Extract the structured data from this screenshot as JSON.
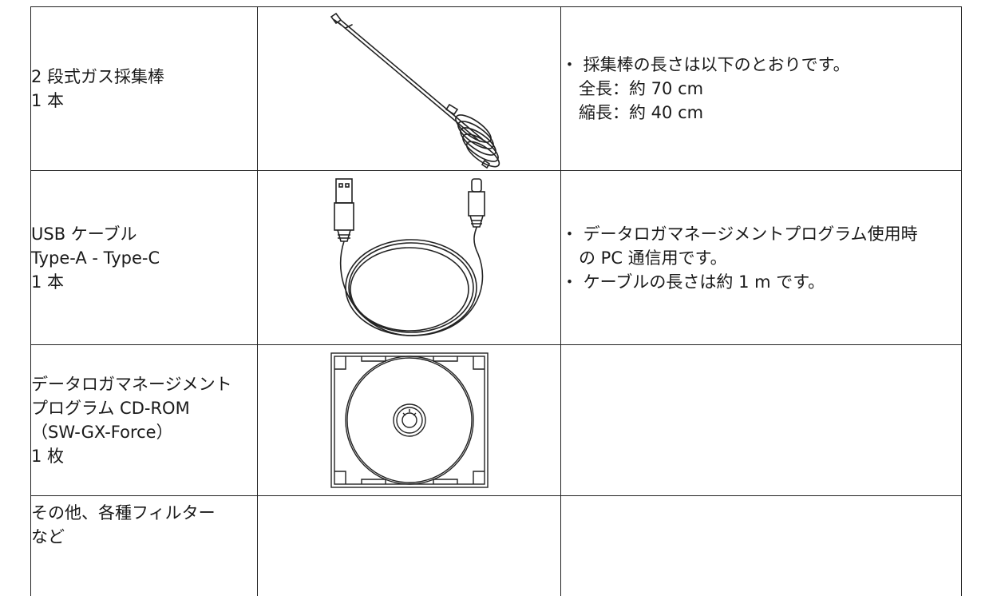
{
  "rows": [
    {
      "name": [
        "2 段式ガス採集棒",
        "1 本"
      ],
      "image_icon": "gas-sampling-rod-icon",
      "notes": [
        {
          "text": "・ 採集棒の長さは以下のとおりです。",
          "indent": false
        },
        {
          "text": "全長：約 70 cm",
          "indent": true
        },
        {
          "text": "縮長：約 40 cm",
          "indent": true
        }
      ]
    },
    {
      "name": [
        "USB ケーブル",
        "Type-A - Type-C",
        "1 本"
      ],
      "image_icon": "usb-cable-icon",
      "notes": [
        {
          "text": "・ データロガマネージメントプログラム使用時",
          "indent": false
        },
        {
          "text": "の PC 通信用です。",
          "indent": true
        },
        {
          "text": "・ ケーブルの長さは約 1 m です。",
          "indent": false
        }
      ]
    },
    {
      "name": [
        "データロガマネージメント",
        "プログラム CD-ROM",
        "（SW-GX-Force）",
        "1 枚"
      ],
      "image_icon": "cd-rom-case-icon",
      "notes": []
    },
    {
      "name": [
        "その他、各種フィルター",
        "など"
      ],
      "image_icon": "",
      "notes": []
    }
  ]
}
